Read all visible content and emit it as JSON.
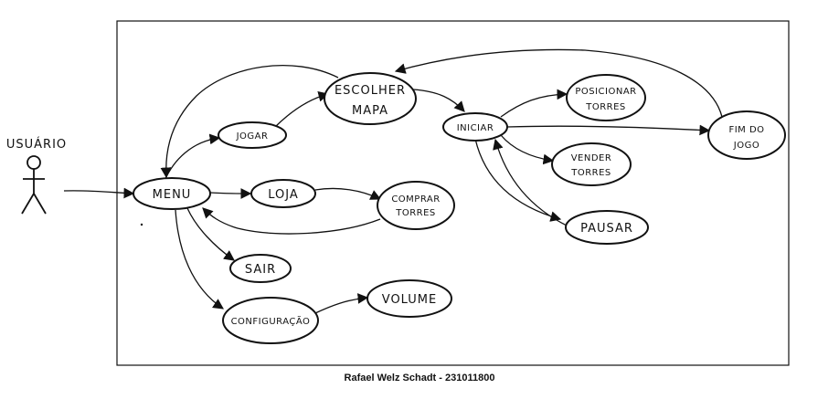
{
  "actor": {
    "label": "USUÁRIO"
  },
  "nodes": {
    "menu": "MENU",
    "jogar": "JOGAR",
    "loja": "LOJA",
    "sair": "SAIR",
    "configuracao": "CONFIGURAÇÃO",
    "volume": "VOLUME",
    "comprar_line1": "COMPRAR",
    "comprar_line2": "TORRES",
    "escolher_line1": "ESCOLHER",
    "escolher_line2": "MAPA",
    "iniciar": "INICIAR",
    "posicionar_line1": "POSICIONAR",
    "posicionar_line2": "TORRES",
    "vender_line1": "VENDER",
    "vender_line2": "TORRES",
    "pausar": "PAUSAR",
    "fim_line1": "FIM DO",
    "fim_line2": "JOGO"
  },
  "caption": "Rafael Welz Schadt - 231011800"
}
